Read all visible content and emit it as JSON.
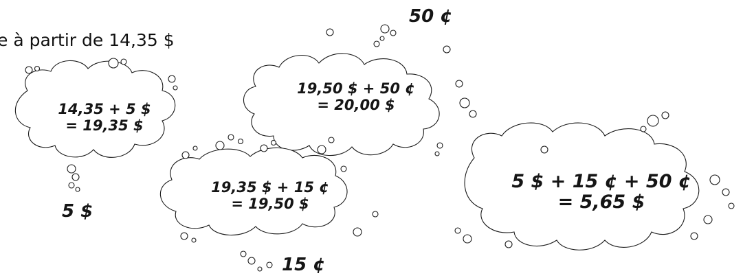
{
  "intro": "e à partir de 14,35 $",
  "amounts": {
    "fifty_cents": "50 ¢",
    "five_dollars": "5 $",
    "fifteen_cents": "15 ¢"
  },
  "bubbles": [
    {
      "line1": "14,35 + 5 $",
      "line2": "= 19,35 $"
    },
    {
      "line1": "19,50 $ + 50 ¢",
      "line2": "= 20,00 $"
    },
    {
      "line1": "19,35 $ + 15 ¢",
      "line2": "= 19,50 $"
    },
    {
      "line1": "5 $ + 15 ¢ + 50 ¢",
      "line2": "= 5,65 $"
    }
  ]
}
